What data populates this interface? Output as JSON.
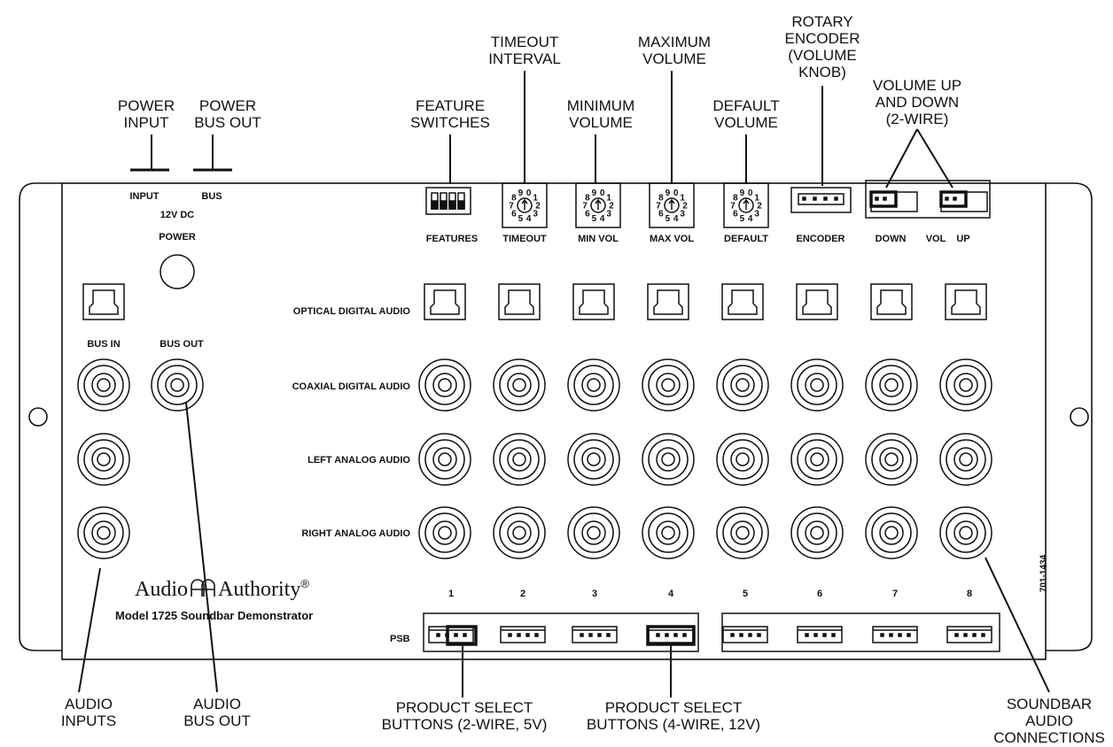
{
  "callouts": {
    "power_input": [
      "POWER",
      "INPUT"
    ],
    "power_bus_out": [
      "POWER",
      "BUS OUT"
    ],
    "feature_switches": [
      "FEATURE",
      "SWITCHES"
    ],
    "timeout_interval": [
      "TIMEOUT",
      "INTERVAL"
    ],
    "minimum_volume": [
      "MINIMUM",
      "VOLUME"
    ],
    "maximum_volume": [
      "MAXIMUM",
      "VOLUME"
    ],
    "default_volume": [
      "DEFAULT",
      "VOLUME"
    ],
    "rotary_encoder": [
      "ROTARY",
      "ENCODER",
      "(VOLUME",
      "KNOB)"
    ],
    "volume_up_down": [
      "VOLUME UP",
      "AND DOWN",
      "(2-WIRE)"
    ],
    "audio_inputs": [
      "AUDIO",
      "INPUTS"
    ],
    "audio_bus_out": [
      "AUDIO",
      "BUS OUT"
    ],
    "psb_2wire": [
      "PRODUCT SELECT",
      "BUTTONS (2-WIRE, 5V)"
    ],
    "psb_4wire": [
      "PRODUCT SELECT",
      "BUTTONS (4-WIRE, 12V)"
    ],
    "soundbar_audio": [
      "SOUNDBAR",
      "AUDIO",
      "CONNECTIONS"
    ]
  },
  "panel": {
    "power_input_label": "INPUT",
    "power_bus_label": "BUS",
    "voltage_label": "12V DC",
    "power_label": "POWER",
    "features_label": "FEATURES",
    "timeout_label": "TIMEOUT",
    "min_vol_label": "MIN VOL",
    "max_vol_label": "MAX VOL",
    "default_label": "DEFAULT",
    "encoder_label": "ENCODER",
    "down_label": "DOWN",
    "vol_label": "VOL",
    "up_label": "UP",
    "bus_in_label": "BUS IN",
    "bus_out_label": "BUS OUT",
    "psb_label": "PSB",
    "part_number": "701-1434",
    "dial_digits": [
      "0",
      "1",
      "2",
      "3",
      "4",
      "5",
      "6",
      "7",
      "8",
      "9"
    ]
  },
  "rows": {
    "optical": "OPTICAL DIGITAL AUDIO",
    "coaxial": "COAXIAL DIGITAL AUDIO",
    "left_analog": "LEFT ANALOG AUDIO",
    "right_analog": "RIGHT ANALOG AUDIO"
  },
  "channels": [
    "1",
    "2",
    "3",
    "4",
    "5",
    "6",
    "7",
    "8"
  ],
  "brand": {
    "name_left": "Audio",
    "name_right": "Authority",
    "registered": "®",
    "model": "Model 1725  Soundbar Demonstrator"
  }
}
